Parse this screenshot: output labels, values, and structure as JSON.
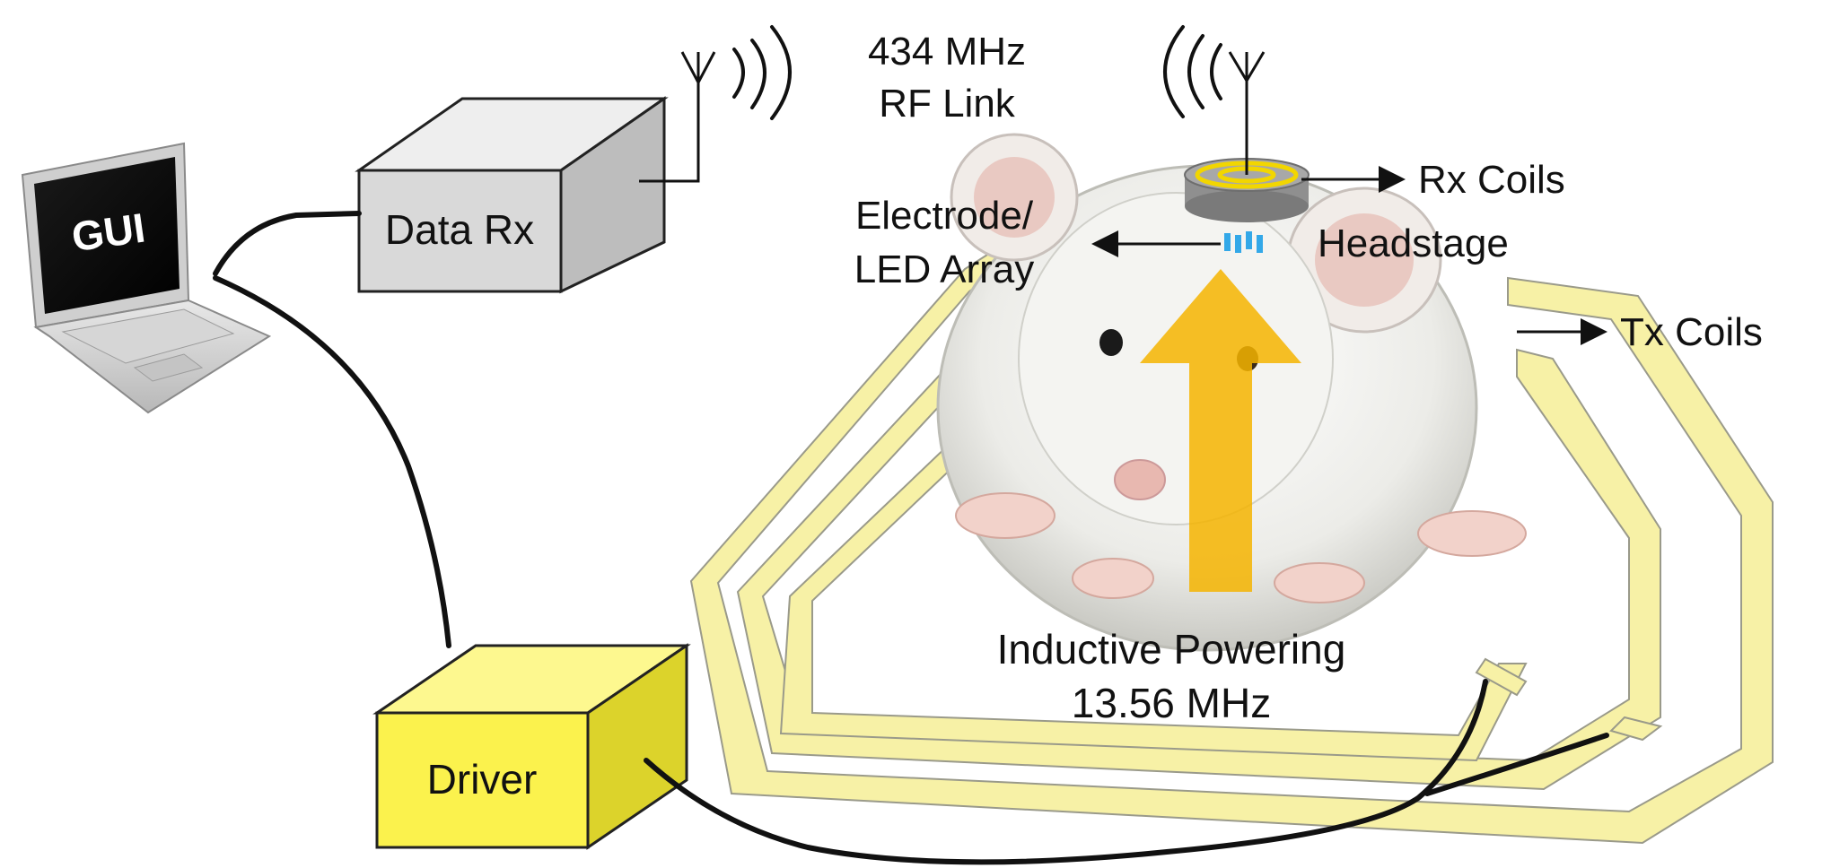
{
  "labels": {
    "gui": "GUI",
    "data_rx": "Data Rx",
    "driver": "Driver",
    "rf_link_line1": "434 MHz",
    "rf_link_line2": "RF Link",
    "rx_coils": "Rx Coils",
    "headstage": "Headstage",
    "electrode_line1": "Electrode/",
    "electrode_line2": "LED Array",
    "tx_coils": "Tx Coils",
    "inductive_line1": "Inductive Powering",
    "inductive_line2": "13.56 MHz"
  },
  "colors": {
    "data_rx_box": "#d9d9d9",
    "driver_box": "#fbf24d",
    "coil_fill": "#f7f1a6",
    "coil_stroke": "#9a9a8a",
    "power_arrow": "#f5b400",
    "rx_coil_ring": "#f2d600",
    "led": "#33a8e8"
  },
  "icons": {
    "laptop": "laptop-icon",
    "antenna": "antenna-icon",
    "rat": "rat-illustration"
  }
}
